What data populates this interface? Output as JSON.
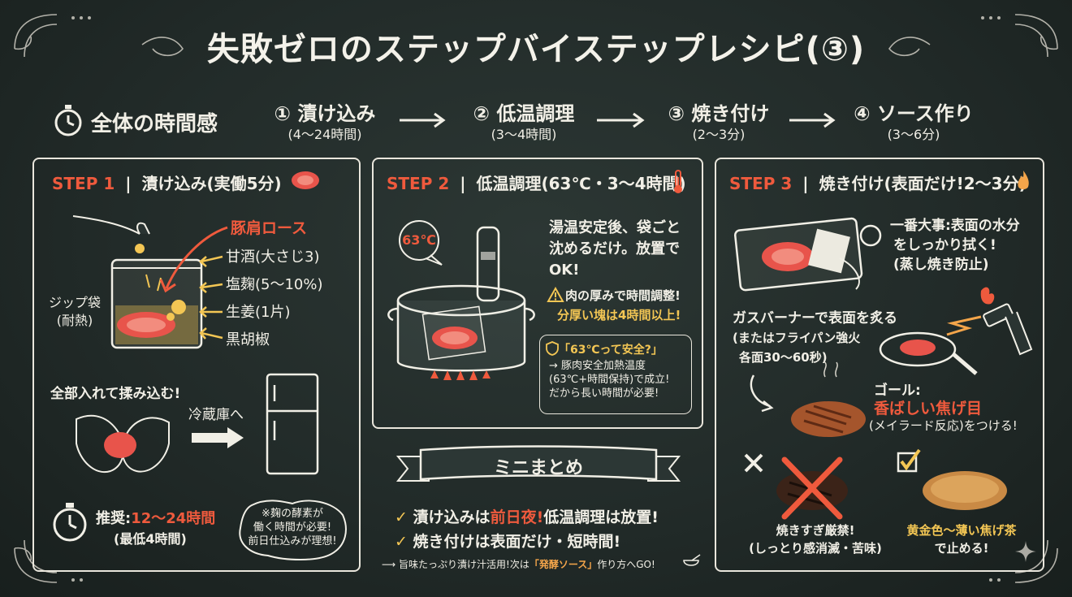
{
  "title": "失敗ゼロのステップバイステップレシピ(③)",
  "timeline": {
    "label": "全体の時間感",
    "steps": [
      {
        "name": "① 漬け込み",
        "time": "(4〜24時間)"
      },
      {
        "name": "② 低温調理",
        "time": "(3〜4時間)"
      },
      {
        "name": "③ 焼き付け",
        "time": "(2〜3分)"
      },
      {
        "name": "④ ソース作り",
        "time": "(3〜6分)"
      }
    ]
  },
  "step1": {
    "num": "STEP 1",
    "title": "漬け込み(実働5分)",
    "meat": "豚肩ロース",
    "ingredients": [
      "甘酒(大さじ3)",
      "塩麹(5〜10%)",
      "生姜(1片)",
      "黒胡椒"
    ],
    "bag_label": [
      "ジップ袋",
      "(耐熱)"
    ],
    "massage": "全部入れて揉み込む!",
    "fridge": "冷蔵庫へ",
    "rec_label": "推奨:",
    "rec_value": "12〜24時間",
    "rec_min": "(最低4時間)",
    "note": [
      "※麹の酵素が",
      "働く時間が必要!",
      "前日仕込みが理想!"
    ]
  },
  "step2": {
    "num": "STEP 2",
    "title": "低温調理(63℃・3〜4時間)",
    "temp": "63℃",
    "desc": [
      "湯温安定後、袋ごと",
      "沈めるだけ。放置で",
      "OK!"
    ],
    "warn1": "肉の厚みで時間調整!",
    "warn2": "分厚い塊は4時間以上!",
    "safe_q": "「63℃って安全?」",
    "safe_lines": [
      "→ 豚肉安全加熱温度",
      "(63℃+時間保持)で成立!",
      "だから長い時間が必要!"
    ]
  },
  "step3": {
    "num": "STEP 3",
    "title": "焼き付け(表面だけ!2〜3分)",
    "wipe": [
      "一番大事:表面の水分",
      "をしっかり拭く!",
      "(蒸し焼き防止)"
    ],
    "burner": [
      "ガスバーナーで表面を炙る",
      "(またはフライパン強火",
      "各面30〜60秒)"
    ],
    "goal_label": "ゴール:",
    "goal_value": "香ばしい焦げ目",
    "goal_note": "(メイラード反応)をつける!",
    "ng": [
      "焼きすぎ厳禁!",
      "(しっとり感消滅・苦味)"
    ],
    "ok": [
      "黄金色〜薄い焦げ茶",
      "で止める!"
    ]
  },
  "summary": {
    "banner": "ミニまとめ",
    "line1_a": "漬け込みは",
    "line1_b": "前日夜!",
    "line1_c": "低温調理は放置!",
    "line2": "焼き付けは表面だけ・短時間!",
    "next_a": "旨味たっぷり漬け汁活用!次は",
    "next_b": "「発酵ソース」",
    "next_c": "作り方へGO!"
  },
  "colors": {
    "board": "#222b29",
    "chalk": "#f1efe6",
    "red": "#ef5a3d",
    "orange": "#f4a54a",
    "yellow": "#f3c654"
  }
}
